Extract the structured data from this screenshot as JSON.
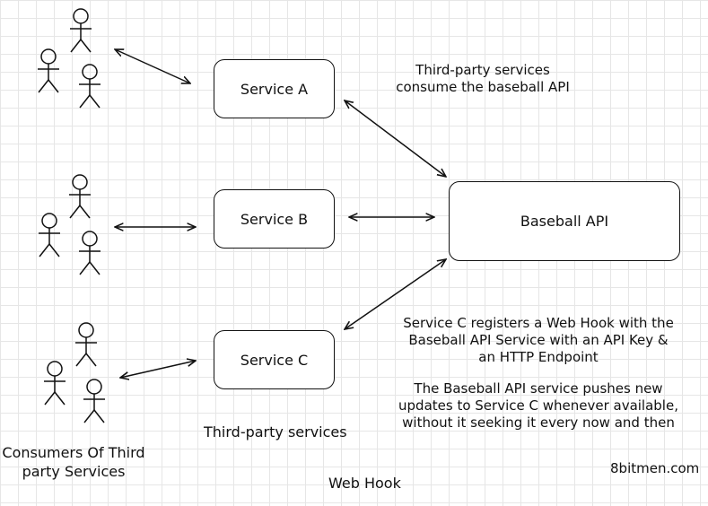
{
  "services": {
    "a": "Service A",
    "b": "Service B",
    "c": "Service C"
  },
  "api": "Baseball API",
  "notes": {
    "top": [
      "Third-party services",
      "consume the baseball API"
    ],
    "webhook": [
      "Service C registers a Web Hook with the",
      "Baseball API Service with an API Key &",
      "an HTTP Endpoint"
    ],
    "push": [
      "The Baseball API service pushes new",
      "updates to Service C whenever available,",
      "without it seeking it every now and then"
    ]
  },
  "labels": {
    "third_party": "Third-party services",
    "consumers": [
      "Consumers Of Third",
      "party Services"
    ],
    "title": "Web Hook",
    "brand": "8bitmen.com"
  }
}
